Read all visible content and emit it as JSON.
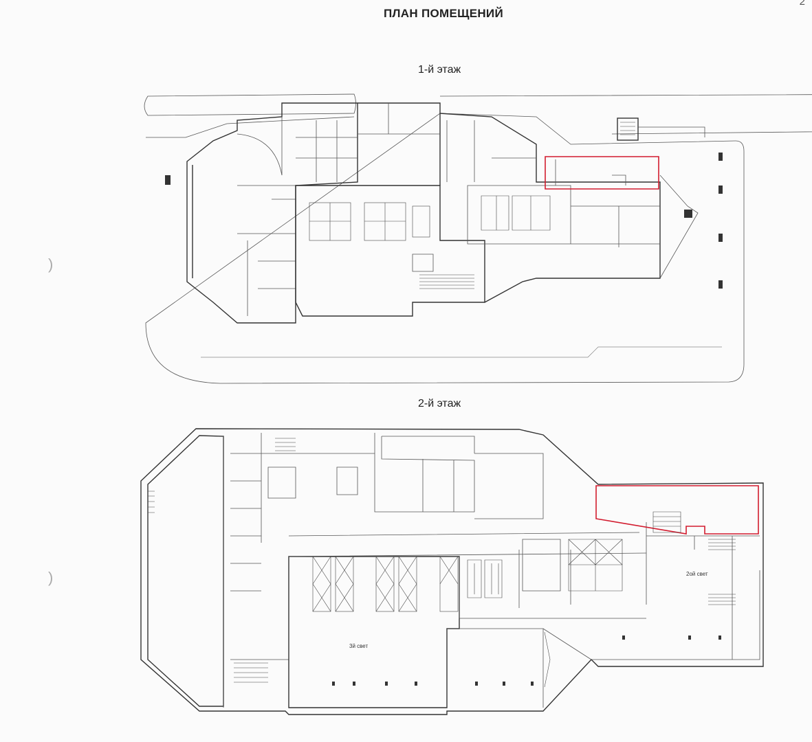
{
  "page": {
    "number": "2",
    "title": "ПЛАН ПОМЕЩЕНИЙ"
  },
  "floors": [
    {
      "label": "1-й этаж"
    },
    {
      "label": "2-й этаж",
      "room_labels": {
        "atrium3": "3й свет",
        "atrium2": "2ой свет"
      }
    }
  ],
  "colors": {
    "highlight": "#d21b2e",
    "lines": "#333333"
  }
}
